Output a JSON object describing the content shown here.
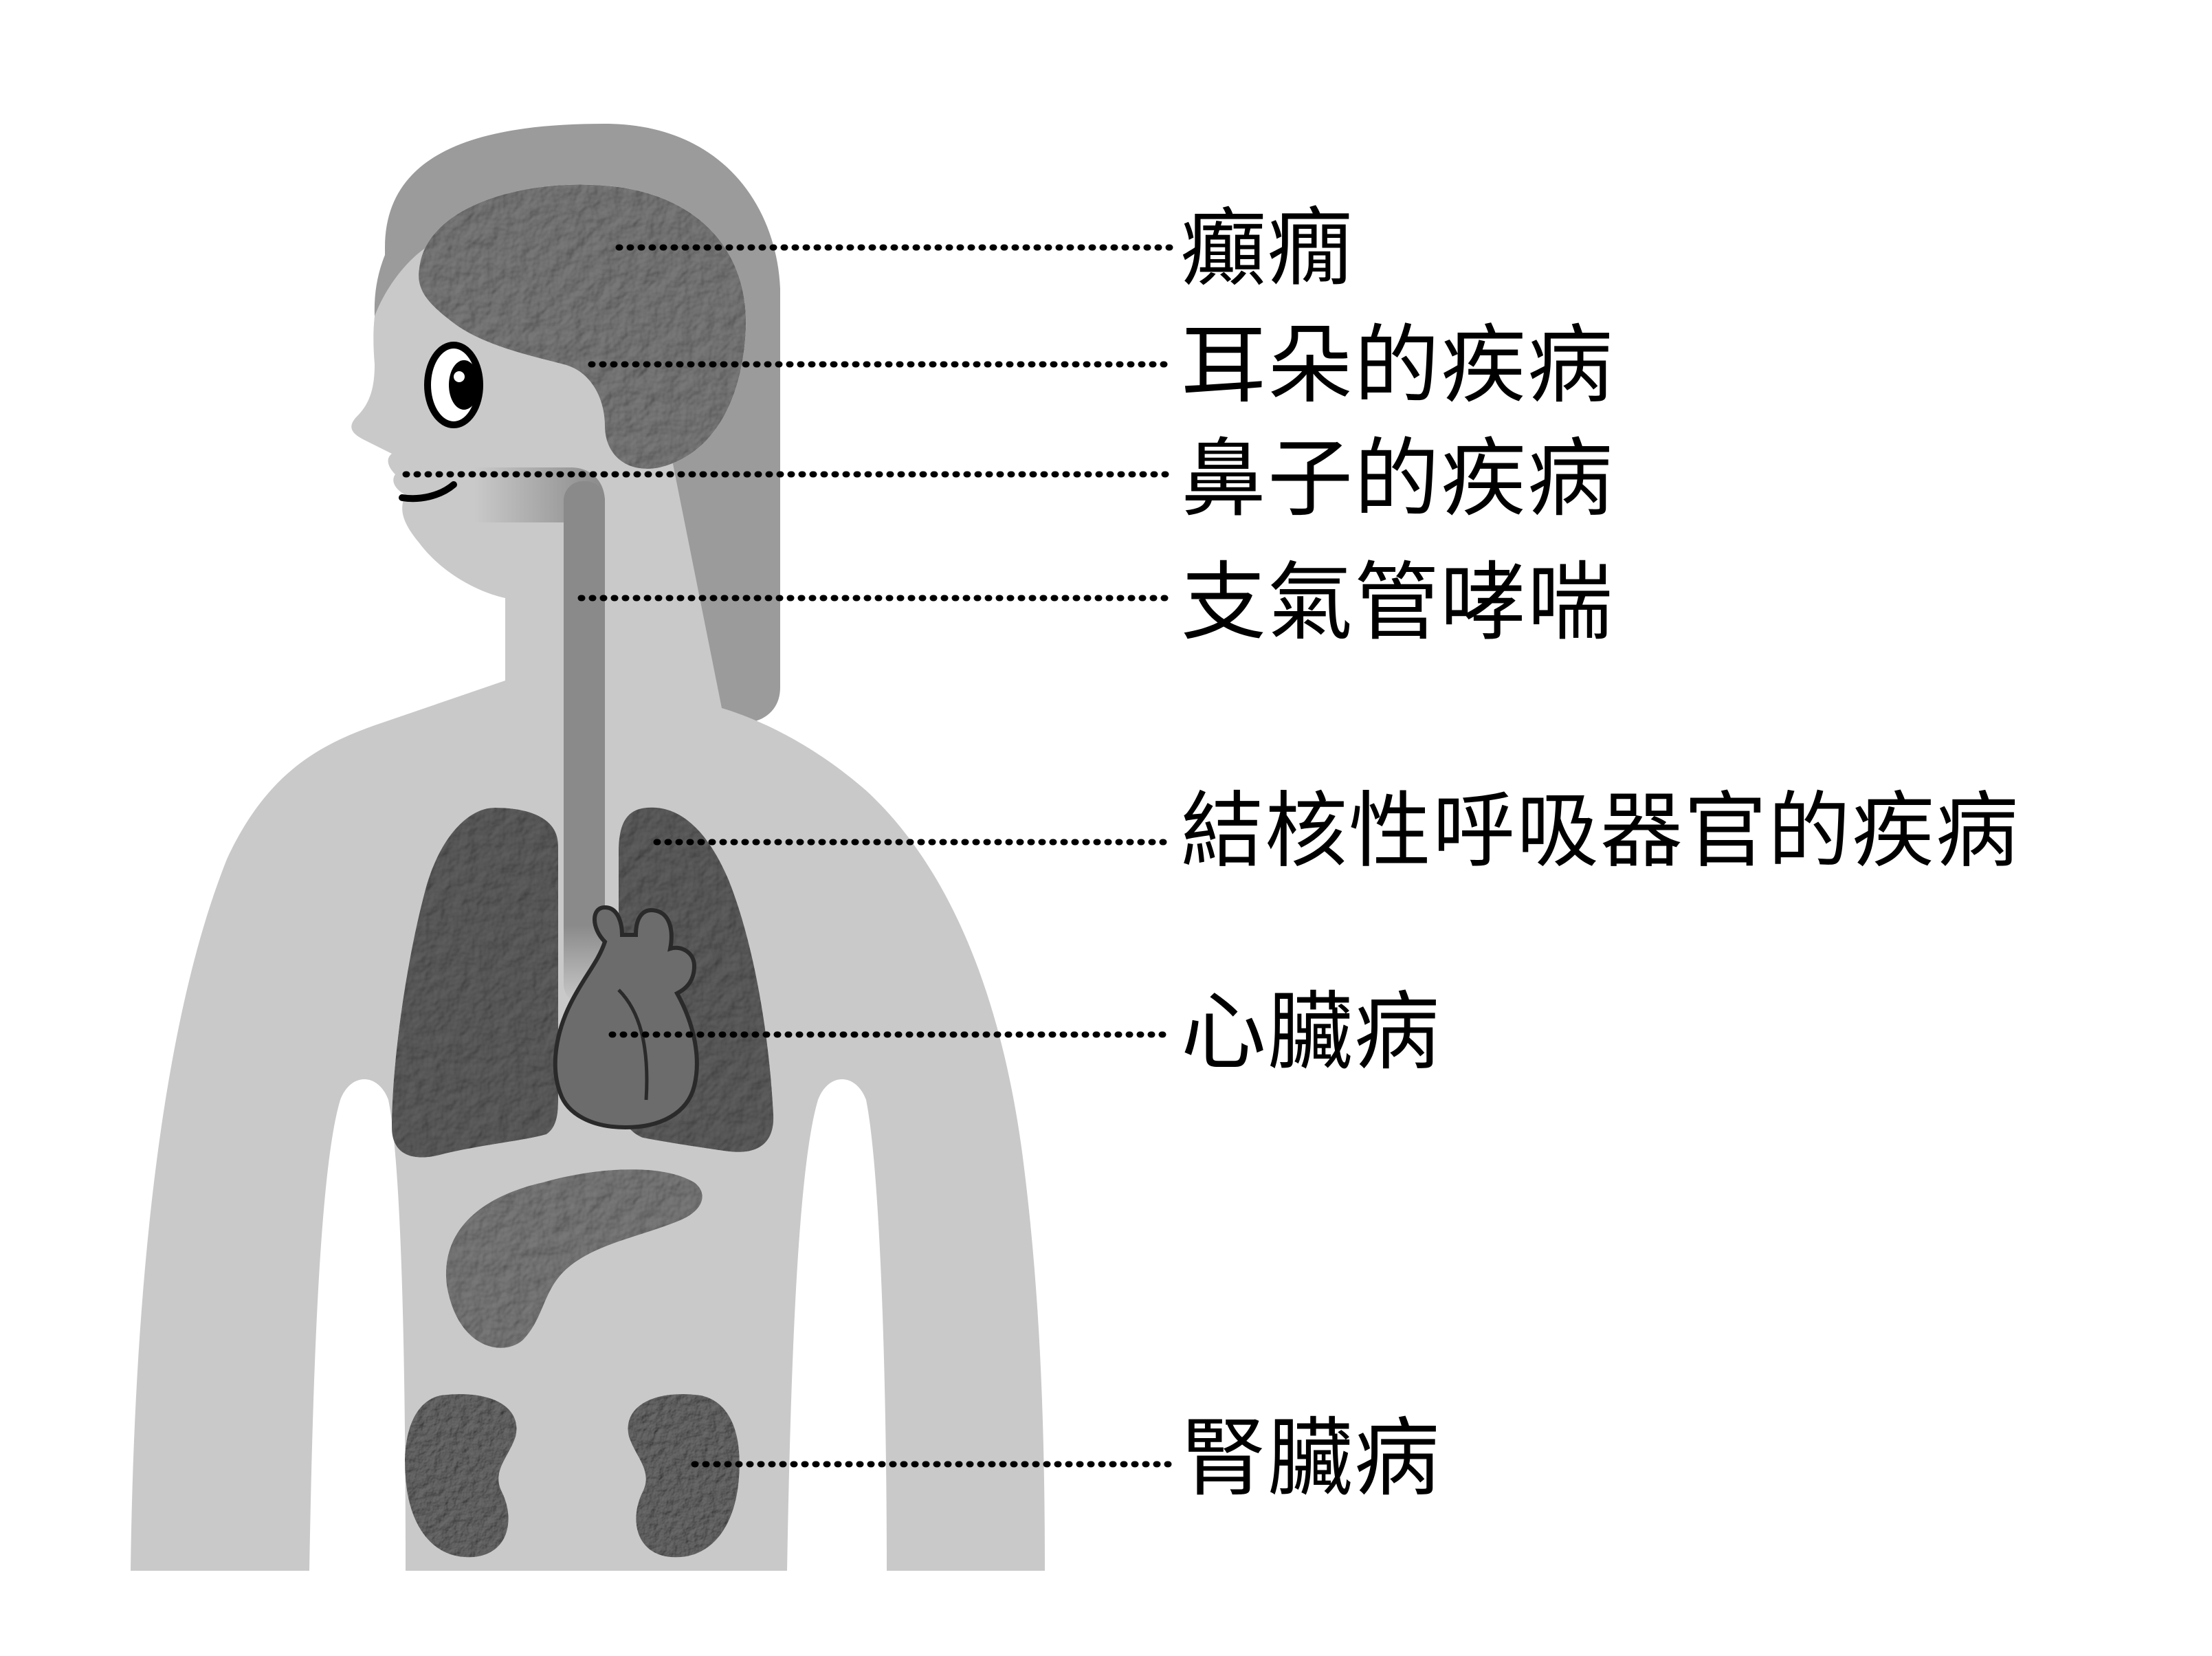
{
  "labels": {
    "epilepsy": "癲癇",
    "ear": "耳朵的疾病",
    "nose": "鼻子的疾病",
    "asthma": "支氣管哮喘",
    "tb": "結核性呼吸器官的疾病",
    "heart": "心臟病",
    "kidney": "腎臟病"
  },
  "colors": {
    "body": "#c9c9c9",
    "hair": "#9b9b9b",
    "organ": "#6a6a6a",
    "organ_dark": "#4a4a4a",
    "airway": "#888888",
    "line": "#000000"
  }
}
